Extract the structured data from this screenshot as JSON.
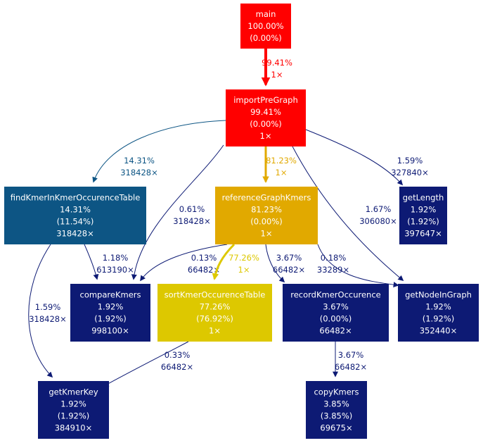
{
  "nodes": [
    {
      "id": "main",
      "lines": [
        "main",
        "100.00%",
        "(0.00%)"
      ],
      "fill": "#ff0000",
      "text": "#ffffff"
    },
    {
      "id": "importPreGraph",
      "lines": [
        "importPreGraph",
        "99.41%",
        "(0.00%)",
        "1×"
      ],
      "fill": "#ff0000",
      "text": "#ffffff"
    },
    {
      "id": "findKmerInKmerOccurenceTable",
      "lines": [
        "findKmerInKmerOccurenceTable",
        "14.31%",
        "(11.54%)",
        "318428×"
      ],
      "fill": "#0d5584",
      "text": "#ffffff"
    },
    {
      "id": "referenceGraphKmers",
      "lines": [
        "referenceGraphKmers",
        "81.23%",
        "(0.00%)",
        "1×"
      ],
      "fill": "#e1a900",
      "text": "#ffffff"
    },
    {
      "id": "getLength",
      "lines": [
        "getLength",
        "1.92%",
        "(1.92%)",
        "397647×"
      ],
      "fill": "#0d1a74",
      "text": "#ffffff"
    },
    {
      "id": "compareKmers",
      "lines": [
        "compareKmers",
        "1.92%",
        "(1.92%)",
        "998100×"
      ],
      "fill": "#0d1a74",
      "text": "#ffffff"
    },
    {
      "id": "sortKmerOccurenceTable",
      "lines": [
        "sortKmerOccurenceTable",
        "77.26%",
        "(76.92%)",
        "1×"
      ],
      "fill": "#ddc800",
      "text": "#ffffff"
    },
    {
      "id": "recordKmerOccurence",
      "lines": [
        "recordKmerOccurence",
        "3.67%",
        "(0.00%)",
        "66482×"
      ],
      "fill": "#0d1a74",
      "text": "#ffffff"
    },
    {
      "id": "getNodeInGraph",
      "lines": [
        "getNodeInGraph",
        "1.92%",
        "(1.92%)",
        "352440×"
      ],
      "fill": "#0d1a74",
      "text": "#ffffff"
    },
    {
      "id": "getKmerKey",
      "lines": [
        "getKmerKey",
        "1.92%",
        "(1.92%)",
        "384910×"
      ],
      "fill": "#0d1a74",
      "text": "#ffffff"
    },
    {
      "id": "copyKmers",
      "lines": [
        "copyKmers",
        "3.85%",
        "(3.85%)",
        "69675×"
      ],
      "fill": "#0d1a74",
      "text": "#ffffff"
    }
  ],
  "edges": [
    {
      "from": "main",
      "to": "importPreGraph",
      "lines": [
        "99.41%",
        "1×"
      ],
      "color": "#ff0000"
    },
    {
      "from": "importPreGraph",
      "to": "findKmerInKmerOccurenceTable",
      "lines": [
        "14.31%",
        "318428×"
      ],
      "color": "#0d5584"
    },
    {
      "from": "importPreGraph",
      "to": "referenceGraphKmers",
      "lines": [
        "81.23%",
        "1×"
      ],
      "color": "#e1a900"
    },
    {
      "from": "importPreGraph",
      "to": "getLength",
      "lines": [
        "1.59%",
        "327840×"
      ],
      "color": "#0d1a74"
    },
    {
      "from": "importPreGraph",
      "to": "compareKmers",
      "lines": [
        "0.61%",
        "318428×"
      ],
      "color": "#0d1a74"
    },
    {
      "from": "importPreGraph",
      "to": "getNodeInGraph",
      "lines": [
        "1.67%",
        "306080×"
      ],
      "color": "#0d1a74"
    },
    {
      "from": "findKmerInKmerOccurenceTable",
      "to": "compareKmers",
      "lines": [
        "1.18%",
        "613190×"
      ],
      "color": "#0d1a74"
    },
    {
      "from": "findKmerInKmerOccurenceTable",
      "to": "getKmerKey",
      "lines": [
        "1.59%",
        "318428×"
      ],
      "color": "#0d1a74"
    },
    {
      "from": "referenceGraphKmers",
      "to": "compareKmers",
      "lines": [
        "0.13%",
        "66482×"
      ],
      "color": "#0d1a74"
    },
    {
      "from": "referenceGraphKmers",
      "to": "sortKmerOccurenceTable",
      "lines": [
        "77.26%",
        "1×"
      ],
      "color": "#ddc800"
    },
    {
      "from": "referenceGraphKmers",
      "to": "recordKmerOccurence",
      "lines": [
        "3.67%",
        "66482×"
      ],
      "color": "#0d1a74"
    },
    {
      "from": "referenceGraphKmers",
      "to": "getNodeInGraph",
      "lines": [
        "0.18%",
        "33289×"
      ],
      "color": "#0d1a74"
    },
    {
      "from": "sortKmerOccurenceTable",
      "to": "getKmerKey",
      "lines": [
        "0.33%",
        "66482×"
      ],
      "color": "#0d1a74"
    },
    {
      "from": "recordKmerOccurence",
      "to": "copyKmers",
      "lines": [
        "3.67%",
        "66482×"
      ],
      "color": "#0d1a74"
    }
  ]
}
